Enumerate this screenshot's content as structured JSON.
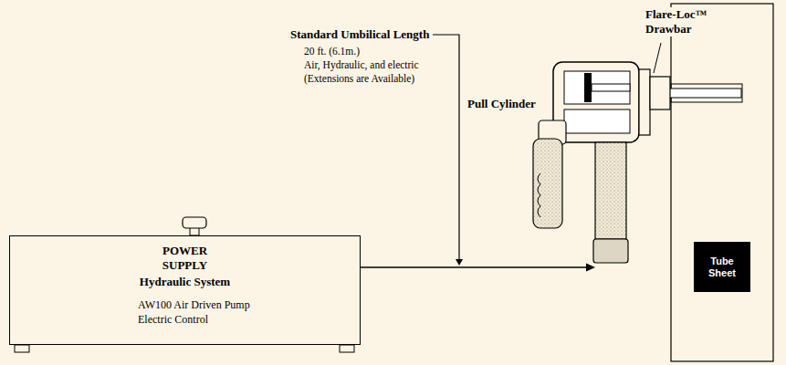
{
  "diagram": {
    "nodes": [
      {
        "text": [
          "POWER SUPPLY",
          "Hydraulic System",
          "AW100 Air Driven Pump",
          "Electric Control"
        ]
      },
      {
        "text": [
          "Pull Cylinder"
        ]
      },
      {
        "text": [
          "Tube Sheet"
        ]
      }
    ],
    "edges": [
      {
        "from": 0,
        "to": 1,
        "arrow": "to"
      }
    ],
    "labels": [
      "Flare-Loc™ Drawbar",
      "Standard Umbilical Length",
      "20 ft. (6.1m.)",
      "Air, Hydraulic, and electric",
      "(Extensions are Available)"
    ]
  }
}
